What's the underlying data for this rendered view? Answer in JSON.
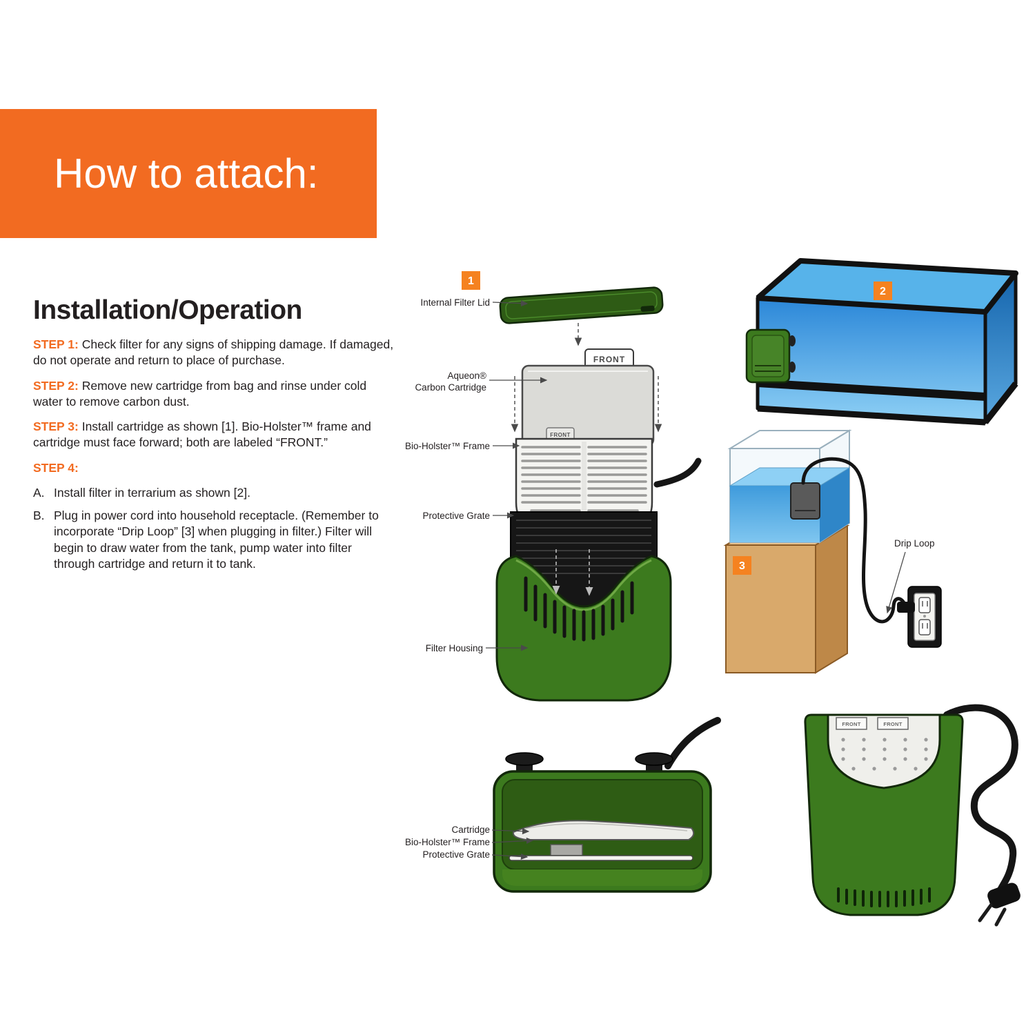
{
  "banner": {
    "title": "How to attach:"
  },
  "colors": {
    "accent_orange": "#F26B21",
    "badge_orange": "#F58220",
    "filter_green": "#3C7A1E",
    "tank_blue": "#2B87D8",
    "stand_tan": "#D9A96B"
  },
  "install": {
    "heading": "Installation/Operation",
    "steps": [
      {
        "label": "STEP 1:",
        "text": "Check filter for any signs of shipping damage. If damaged, do not operate and return to place of purchase."
      },
      {
        "label": "STEP 2:",
        "text": "Remove new cartridge from bag and rinse under cold water to remove carbon dust."
      },
      {
        "label": "STEP 3:",
        "text": "Install cartridge as shown [1]. Bio-Holster™ frame and cartridge must face forward; both are labeled “FRONT.”"
      },
      {
        "label": "STEP 4:",
        "text": ""
      }
    ],
    "substeps": [
      {
        "label": "A.",
        "text": "Install filter in terrarium as shown [2]."
      },
      {
        "label": "B.",
        "text": "Plug in power cord into household receptacle. (Remember to incorporate “Drip Loop” [3] when plugging in filter.) Filter will begin to draw water from the tank, pump water into filter through cartridge and return it to tank."
      }
    ]
  },
  "diagram": {
    "badge_1": "1",
    "badge_2": "2",
    "badge_3": "3",
    "front_label": "FRONT",
    "labels": {
      "internal_filter_lid": "Internal Filter Lid",
      "aqueon": "Aqueon®",
      "carbon_cartridge": "Carbon Cartridge",
      "bio_holster_frame": "Bio-Holster™ Frame",
      "protective_grate": "Protective Grate",
      "filter_housing": "Filter Housing",
      "drip_loop": "Drip Loop",
      "cartridge": "Cartridge"
    }
  }
}
